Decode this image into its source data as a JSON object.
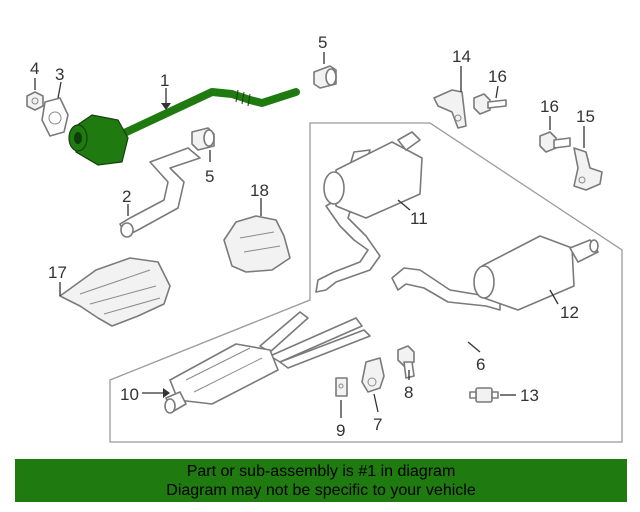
{
  "colors": {
    "highlight": "#1f7a10",
    "banner": "#1f7a10",
    "part_outline": "#7a7a7a",
    "callout_text": "#333333"
  },
  "callouts": {
    "p1": "1",
    "p2": "2",
    "p3": "3",
    "p4": "4",
    "p5a": "5",
    "p5b": "5",
    "p6": "6",
    "p7": "7",
    "p8": "8",
    "p9": "9",
    "p10": "10",
    "p11": "11",
    "p12": "12",
    "p13": "13",
    "p14": "14",
    "p15": "15",
    "p16a": "16",
    "p16b": "16",
    "p17": "17",
    "p18": "18"
  },
  "banner": {
    "line1": "Part or sub-assembly is #1 in diagram",
    "line2": "Diagram may not be specific to your vehicle"
  }
}
